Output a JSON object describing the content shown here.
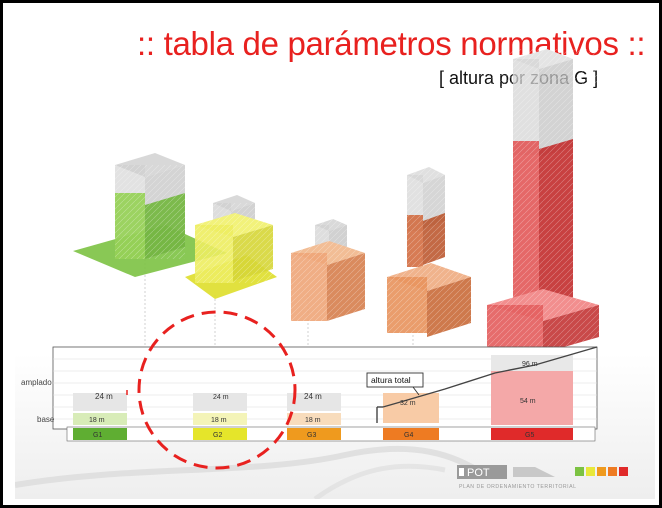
{
  "slide": {
    "title": ":: tabla de parámetros normativos ::",
    "subtitle": "[ altura por zona G ]"
  },
  "chart": {
    "row_labels": {
      "upper": "amplado",
      "lower": "base"
    },
    "callout": "altura total",
    "zones": [
      {
        "code": "G1",
        "color": "#7cc242",
        "label_color": "#5fae32",
        "upper_height": "24 m",
        "base_height": "18 m"
      },
      {
        "code": "G2",
        "color": "#e8e83a",
        "label_color": "#e5e52a",
        "upper_height": "24 m",
        "base_height": "18 m"
      },
      {
        "code": "G3",
        "color": "#e8904a",
        "label_color": "#ef9a1e",
        "upper_height": "24 m",
        "base_height": "18 m"
      },
      {
        "code": "G4",
        "color": "#d86a34",
        "label_color": "#ee7b22",
        "upper_height": "32 m",
        "base_height": ""
      },
      {
        "code": "G5",
        "color": "#d42a2a",
        "label_color": "#e02a2a",
        "upper_height": "54 m",
        "base_height": "",
        "total_height": "96 m"
      }
    ]
  },
  "annotation": {
    "shape": "dashed-circle",
    "color": "#e8211f"
  },
  "footer": {
    "logo": "POT",
    "logo_tagline": "PLAN DE ORDENAMIENTO TERRITORIAL",
    "palette": [
      "#7cc242",
      "#e8e83a",
      "#ef9a1e",
      "#ee7b22",
      "#e02a2a"
    ]
  }
}
